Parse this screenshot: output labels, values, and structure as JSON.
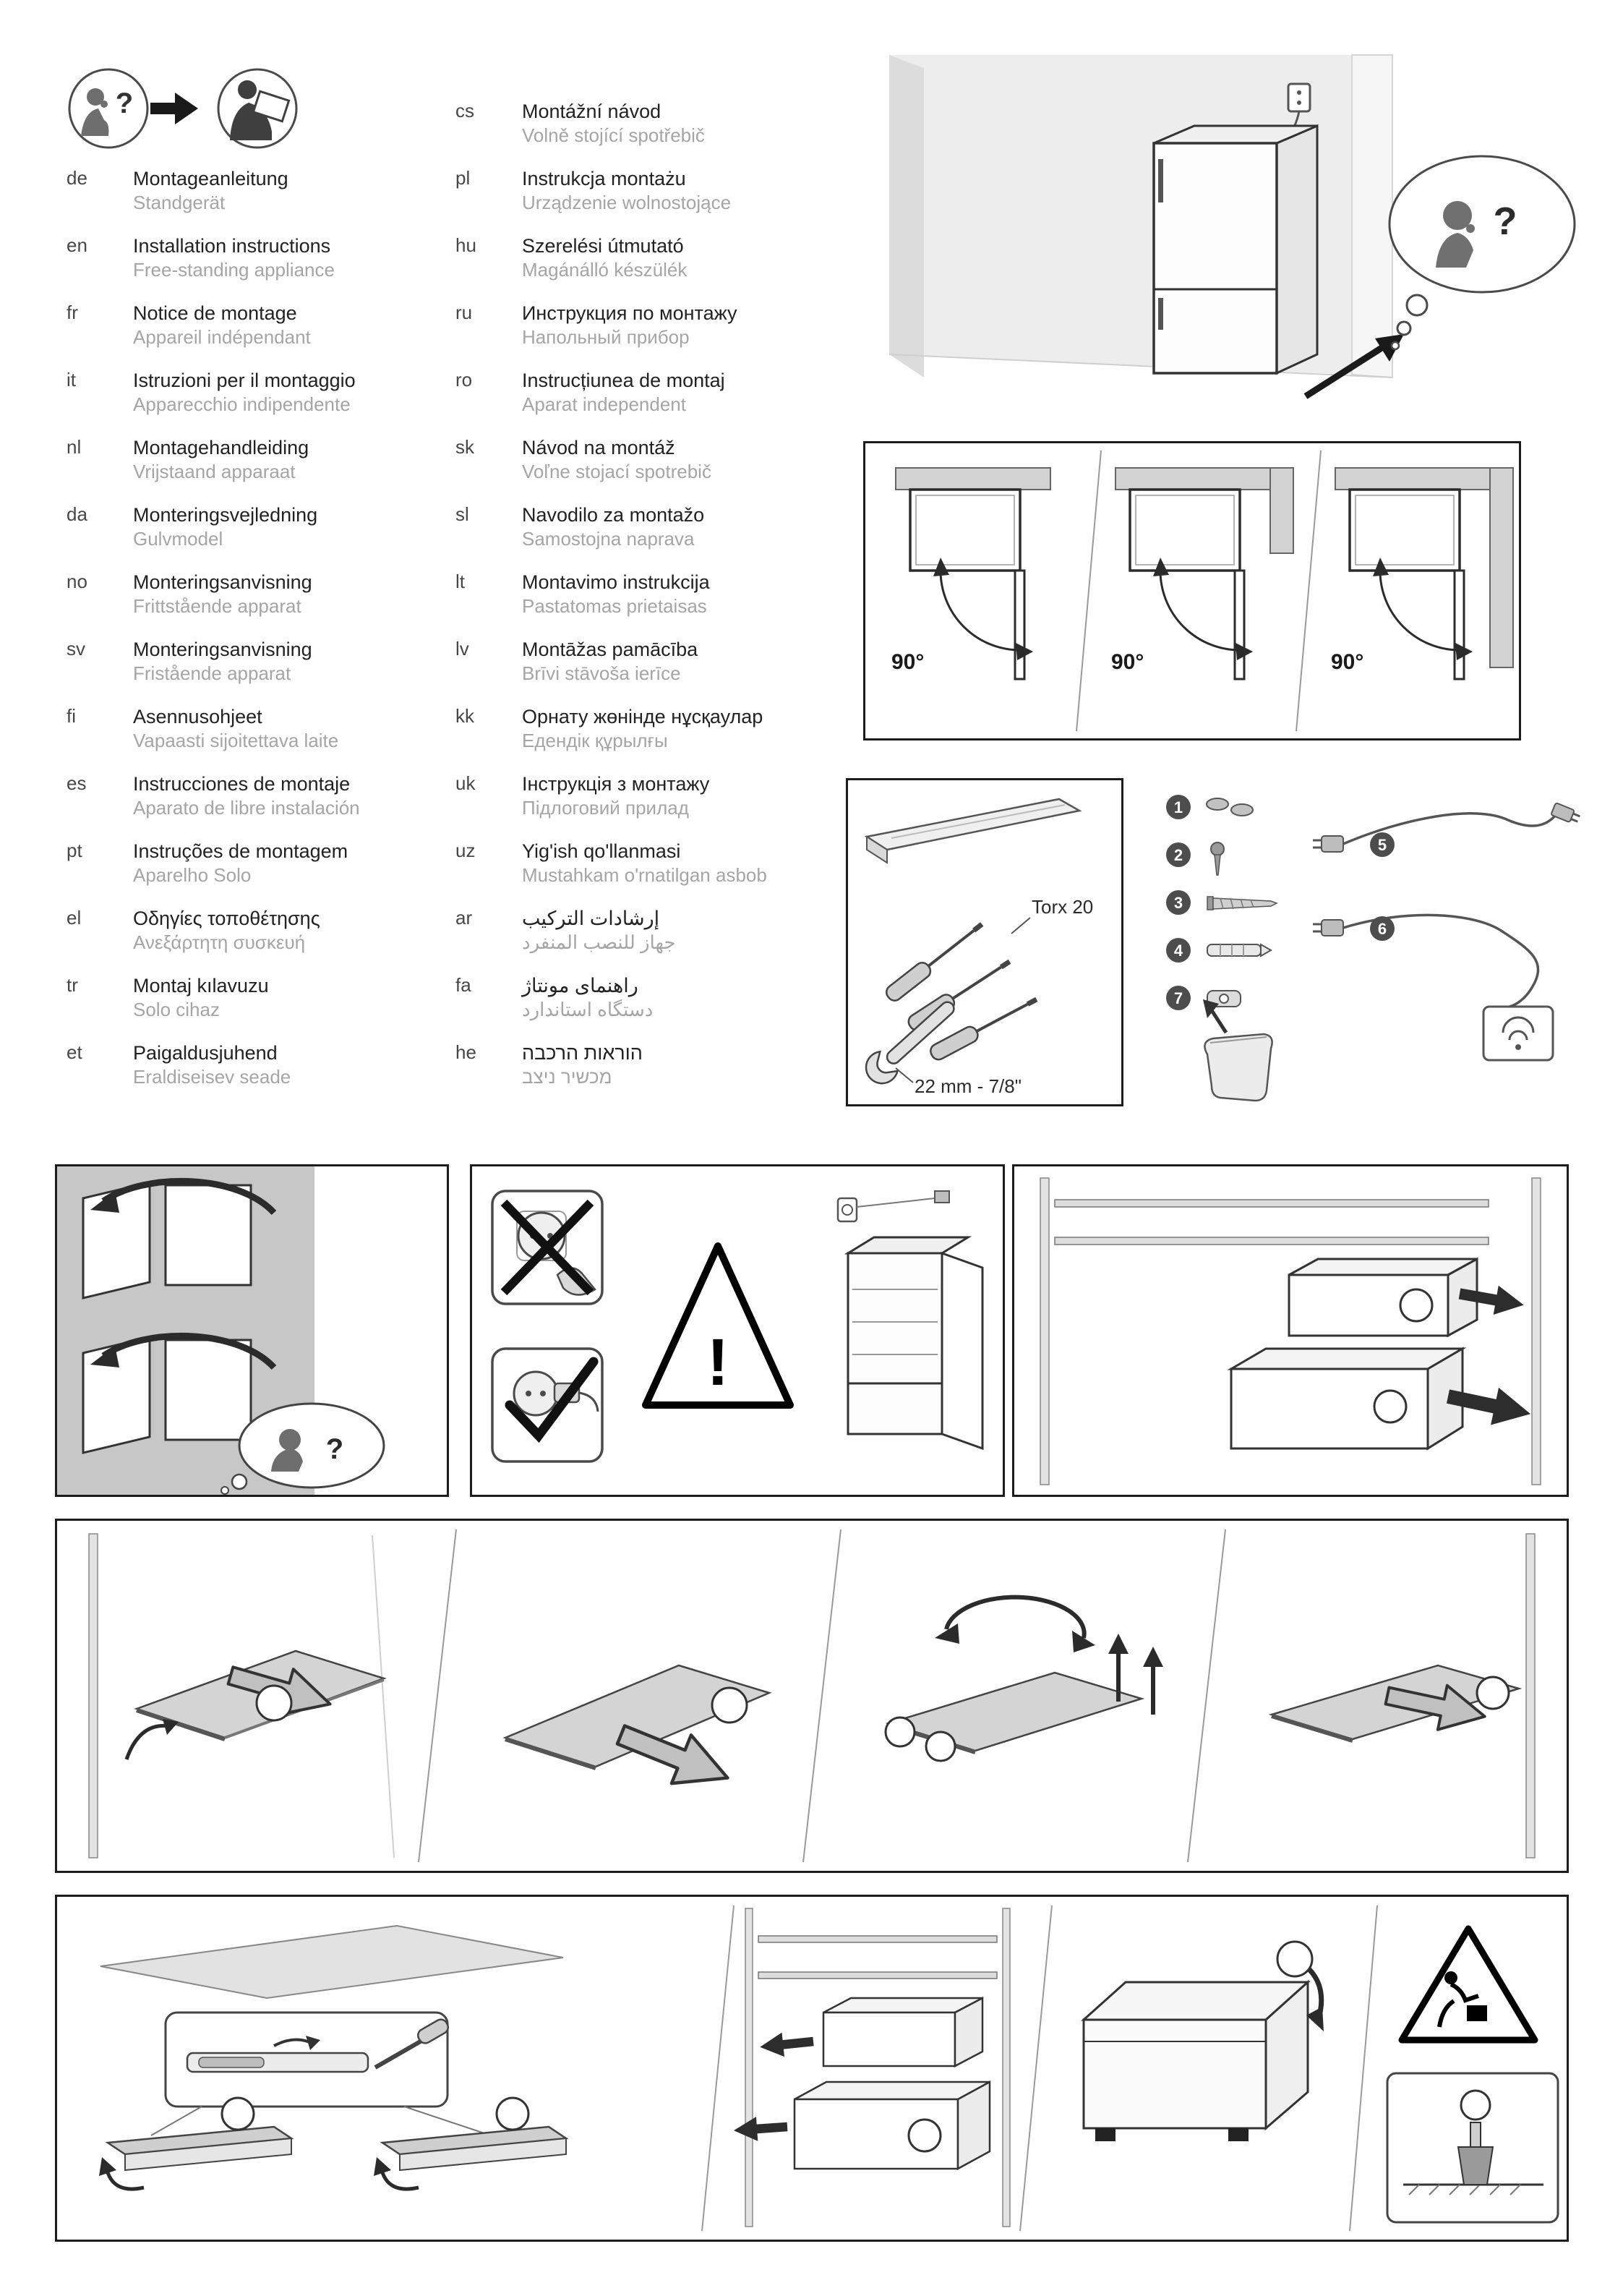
{
  "glyphs": {
    "question": "?",
    "exclamation": "!"
  },
  "languages": {
    "col1": [
      {
        "code": "de",
        "title": "Montageanleitung",
        "subtitle": "Standgerät"
      },
      {
        "code": "en",
        "title": "Installation instructions",
        "subtitle": "Free-standing appliance"
      },
      {
        "code": "fr",
        "title": "Notice de montage",
        "subtitle": "Appareil indépendant"
      },
      {
        "code": "it",
        "title": "Istruzioni per il montaggio",
        "subtitle": "Apparecchio indipendente"
      },
      {
        "code": "nl",
        "title": "Montagehandleiding",
        "subtitle": "Vrijstaand apparaat"
      },
      {
        "code": "da",
        "title": "Monteringsvejledning",
        "subtitle": "Gulvmodel"
      },
      {
        "code": "no",
        "title": "Monteringsanvisning",
        "subtitle": "Frittstående apparat"
      },
      {
        "code": "sv",
        "title": "Monteringsanvisning",
        "subtitle": "Fristående apparat"
      },
      {
        "code": "fi",
        "title": "Asennusohjeet",
        "subtitle": "Vapaasti sijoitettava laite"
      },
      {
        "code": "es",
        "title": "Instrucciones de montaje",
        "subtitle": "Aparato de libre instalación"
      },
      {
        "code": "pt",
        "title": "Instruções de montagem",
        "subtitle": "Aparelho Solo"
      },
      {
        "code": "el",
        "title": "Οδηγίες τοποθέτησης",
        "subtitle": "Ανεξάρτητη συσκευή"
      },
      {
        "code": "tr",
        "title": "Montaj kılavuzu",
        "subtitle": "Solo cihaz"
      },
      {
        "code": "et",
        "title": "Paigaldusjuhend",
        "subtitle": "Eraldiseisev seade"
      }
    ],
    "col2": [
      {
        "code": "cs",
        "title": "Montážní návod",
        "subtitle": "Volně stojící spotřebič"
      },
      {
        "code": "pl",
        "title": "Instrukcja montażu",
        "subtitle": "Urządzenie wolnostojące"
      },
      {
        "code": "hu",
        "title": "Szerelési útmutató",
        "subtitle": "Magánálló készülék"
      },
      {
        "code": "ru",
        "title": "Инструкция по монтажу",
        "subtitle": "Напольный прибор"
      },
      {
        "code": "ro",
        "title": "Instrucțiunea de montaj",
        "subtitle": "Aparat independent"
      },
      {
        "code": "sk",
        "title": "Návod na montáž",
        "subtitle": "Voľne stojací spotrebič"
      },
      {
        "code": "sl",
        "title": "Navodilo za montažo",
        "subtitle": "Samostojna naprava"
      },
      {
        "code": "lt",
        "title": "Montavimo instrukcija",
        "subtitle": "Pastatomas prietaisas"
      },
      {
        "code": "lv",
        "title": "Montāžas pamācība",
        "subtitle": "Brīvi stāvoša ierīce"
      },
      {
        "code": "kk",
        "title": "Орнату жөнінде нұсқаулар",
        "subtitle": "Едендік құрылғы"
      },
      {
        "code": "uk",
        "title": "Інструкція з монтажу",
        "subtitle": "Підлоговий прилад"
      },
      {
        "code": "uz",
        "title": "Yig'ish qo'llanmasi",
        "subtitle": "Mustahkam o'rnatilgan asbob"
      },
      {
        "code": "ar",
        "title": "إرشادات التركيب",
        "subtitle": "جهاز للنصب المنفرد"
      },
      {
        "code": "fa",
        "title": "راهنمای مونتاژ",
        "subtitle": "دستگاه استاندارد"
      },
      {
        "code": "he",
        "title": "הוראות הרכבה",
        "subtitle": "מכשיר ניצב"
      }
    ]
  },
  "angle_panel": {
    "labels": [
      "90°",
      "90°",
      "90°"
    ]
  },
  "tools_panel": {
    "torx": "Torx 20",
    "wrench_size": "22 mm - 7/8\""
  },
  "parts_panel": {
    "numbers": [
      "1",
      "2",
      "3",
      "4",
      "7"
    ],
    "cable_numbers": [
      "5",
      "6"
    ]
  }
}
